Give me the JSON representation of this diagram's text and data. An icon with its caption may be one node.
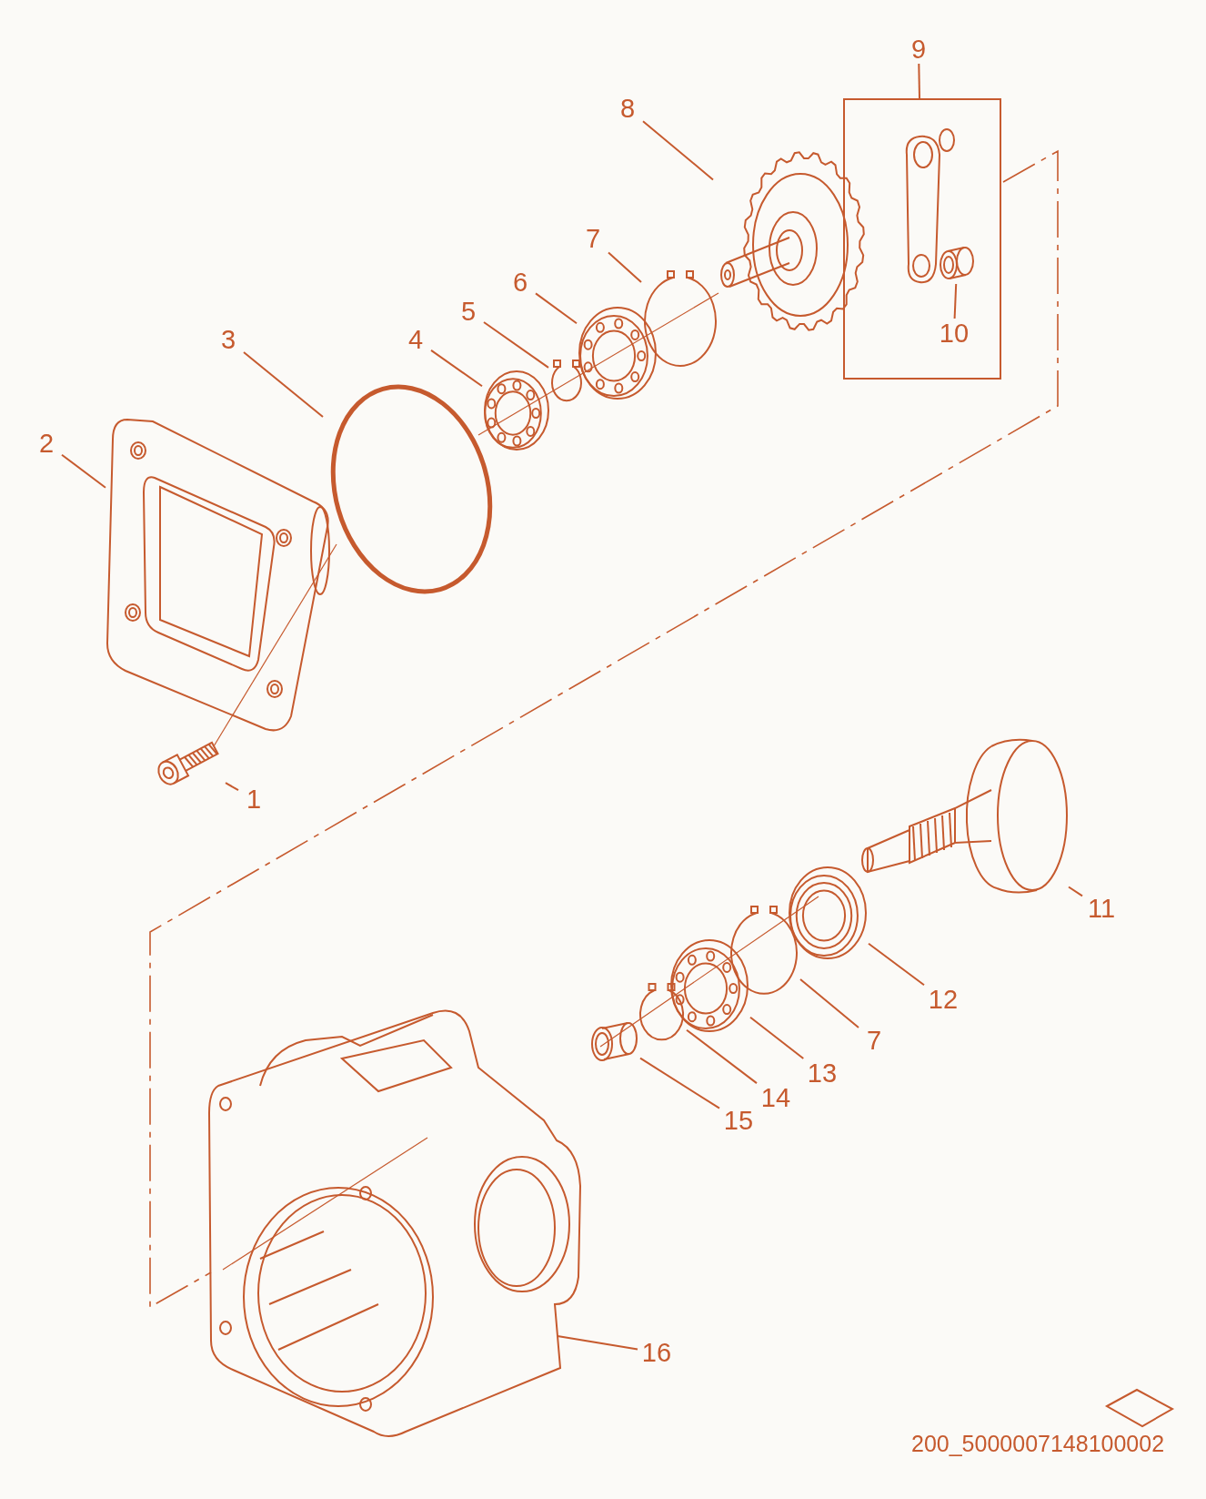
{
  "diagram": {
    "nodes": [
      {
        "text": [
          "1"
        ]
      },
      {
        "text": [],
        "shape": "picture"
      },
      {
        "text": [
          "2"
        ]
      },
      {
        "text": [],
        "shape": "picture"
      },
      {
        "text": [
          "3"
        ]
      },
      {
        "text": [],
        "shape": "circle"
      },
      {
        "text": [
          "4"
        ]
      },
      {
        "text": [],
        "shape": "picture"
      },
      {
        "text": [
          "5"
        ]
      },
      {
        "text": [],
        "shape": "picture"
      },
      {
        "text": [
          "6"
        ]
      },
      {
        "text": [],
        "shape": "picture"
      },
      {
        "text": [
          "7"
        ]
      },
      {
        "text": [],
        "shape": "picture"
      },
      {
        "text": [
          "8"
        ]
      },
      {
        "text": [],
        "shape": "picture"
      },
      {
        "text": [
          "9"
        ]
      },
      {
        "text": [],
        "shape": "box"
      },
      {
        "text": [
          "10"
        ],
        "in": 17
      },
      {
        "text": [],
        "shape": "picture",
        "in": 17
      },
      {
        "text": [
          "11"
        ]
      },
      {
        "text": [],
        "shape": "picture"
      },
      {
        "text": [
          "12"
        ]
      },
      {
        "text": [],
        "shape": "picture"
      },
      {
        "text": [
          "7"
        ]
      },
      {
        "text": [],
        "shape": "picture"
      },
      {
        "text": [
          "13"
        ]
      },
      {
        "text": [],
        "shape": "picture"
      },
      {
        "text": [
          "14"
        ]
      },
      {
        "text": [],
        "shape": "picture"
      },
      {
        "text": [
          "15"
        ]
      },
      {
        "text": [],
        "shape": "picture"
      },
      {
        "text": [
          "16"
        ]
      },
      {
        "text": [],
        "shape": "picture"
      }
    ],
    "edges": [
      {
        "from": 0,
        "to": 1,
        "arrow": "none"
      },
      {
        "from": 2,
        "to": 3,
        "arrow": "none"
      },
      {
        "from": 4,
        "to": 5,
        "arrow": "none"
      },
      {
        "from": 6,
        "to": 7,
        "arrow": "none"
      },
      {
        "from": 8,
        "to": 9,
        "arrow": "none"
      },
      {
        "from": 10,
        "to": 11,
        "arrow": "none"
      },
      {
        "from": 12,
        "to": 13,
        "arrow": "none"
      },
      {
        "from": 14,
        "to": 15,
        "arrow": "none"
      },
      {
        "from": 16,
        "to": 17,
        "arrow": "none"
      },
      {
        "from": 18,
        "to": 19,
        "arrow": "none"
      },
      {
        "from": 20,
        "to": 21,
        "arrow": "none"
      },
      {
        "from": 22,
        "to": 23,
        "arrow": "none"
      },
      {
        "from": 24,
        "to": 25,
        "arrow": "none"
      },
      {
        "from": 26,
        "to": 27,
        "arrow": "none"
      },
      {
        "from": 28,
        "to": 29,
        "arrow": "none"
      },
      {
        "from": 30,
        "to": 31,
        "arrow": "none"
      },
      {
        "from": 32,
        "to": 33,
        "arrow": "none"
      }
    ],
    "labels": [
      "200_5000007148100002"
    ]
  }
}
